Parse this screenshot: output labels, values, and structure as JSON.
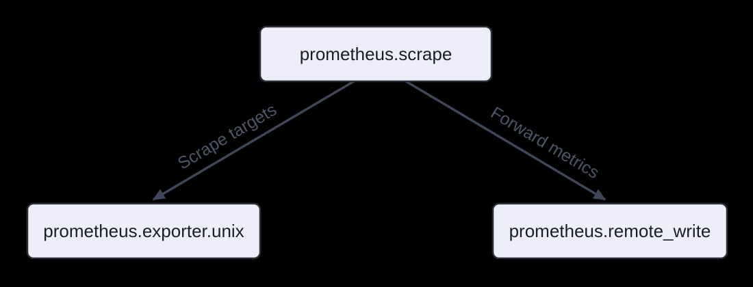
{
  "diagram": {
    "type": "flowchart",
    "direction": "top-down",
    "colors": {
      "background": "#000000",
      "node_fill": "#edeef9",
      "node_border": "#2a2e38",
      "node_text": "#1b1e24",
      "edge_line": "#3f4657",
      "edge_label_text": "#4d5568"
    },
    "nodes": [
      {
        "id": "scrape",
        "label": "prometheus.scrape"
      },
      {
        "id": "exporter_unix",
        "label": "prometheus.exporter.unix"
      },
      {
        "id": "remote_write",
        "label": "prometheus.remote_write"
      }
    ],
    "edges": [
      {
        "from": "scrape",
        "to": "exporter_unix",
        "label": "Scrape targets"
      },
      {
        "from": "scrape",
        "to": "remote_write",
        "label": "Forward metrics"
      }
    ]
  }
}
